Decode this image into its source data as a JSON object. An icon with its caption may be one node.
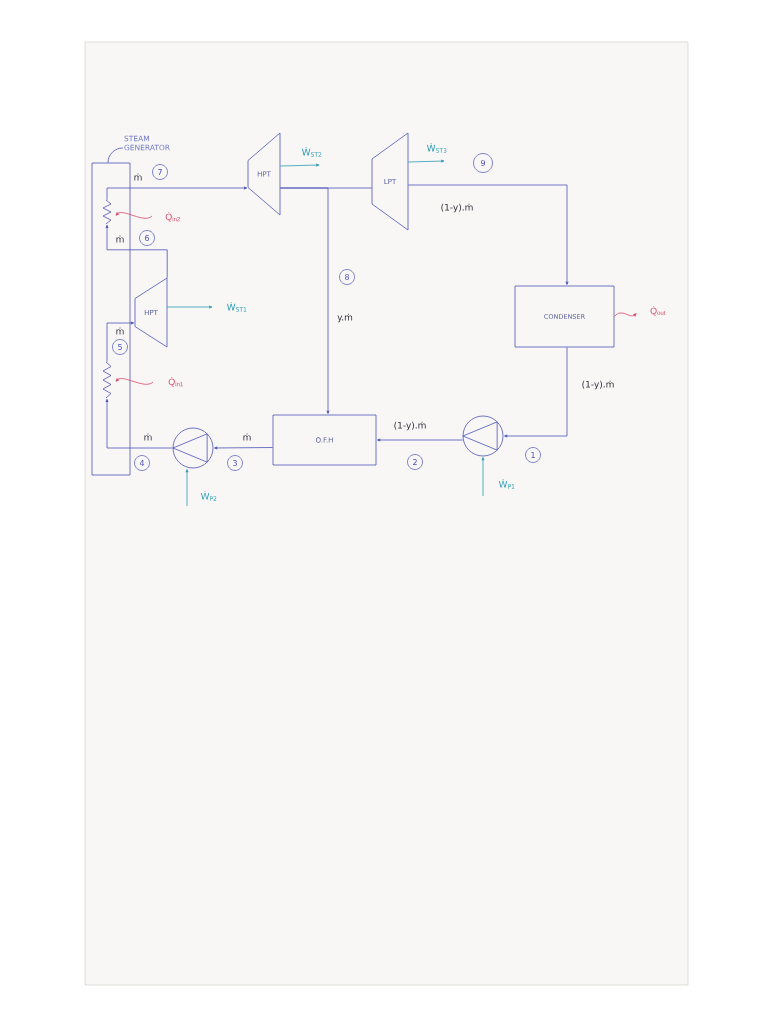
{
  "diagram": {
    "nodes": [
      {
        "text": [
          "STEAM GENERATOR"
        ]
      },
      {
        "text": [],
        "shape": "box"
      },
      {
        "text": [],
        "shape": "coil",
        "in": 1
      },
      {
        "text": [],
        "shape": "coil",
        "in": 1
      },
      {
        "text": [
          "HPT"
        ]
      },
      {
        "text": [
          "HPT"
        ]
      },
      {
        "text": [
          "LPT"
        ]
      },
      {
        "text": [
          "CONDENSER"
        ]
      },
      {
        "text": [],
        "shape": "circle"
      },
      {
        "text": [
          "O.F.H"
        ]
      },
      {
        "text": [],
        "shape": "circle"
      },
      {
        "text": [
          "7"
        ]
      },
      {
        "text": [
          "6"
        ]
      },
      {
        "text": [
          "5"
        ],
        "in": 1
      },
      {
        "text": [
          "4"
        ]
      },
      {
        "text": [
          "3"
        ]
      },
      {
        "text": [
          "8"
        ]
      },
      {
        "text": [
          "9"
        ]
      },
      {
        "text": [
          "2"
        ]
      },
      {
        "text": [
          "1"
        ]
      }
    ],
    "edges": [
      {
        "from": 0,
        "to": 1,
        "arrow": "none"
      },
      {
        "from": 8,
        "to": 3,
        "arrow": "to",
        "label": "ṁ"
      },
      {
        "from": 3,
        "to": 4,
        "arrow": "to",
        "label": "ṁ"
      },
      {
        "from": 4,
        "to": 2,
        "arrow": "to",
        "label": "ṁ"
      },
      {
        "from": 2,
        "to": 5,
        "arrow": "to",
        "label": "ṁ"
      },
      {
        "from": 5,
        "to": 6,
        "arrow": "none"
      },
      {
        "from": 5,
        "to": 9,
        "arrow": "to",
        "label": "y.ṁ"
      },
      {
        "from": 6,
        "to": 7,
        "arrow": "to",
        "label": "(1-y).ṁ"
      },
      {
        "from": 7,
        "to": 10,
        "arrow": "to",
        "label": "(1-y).ṁ"
      },
      {
        "from": 10,
        "to": 9,
        "arrow": "to",
        "label": "(1-y).ṁ"
      },
      {
        "from": 9,
        "to": 8,
        "arrow": "to",
        "label": "ṁ"
      },
      {
        "from": 4,
        "to": null,
        "arrow": "to",
        "label": "Ẇ$_{ST1}$",
        "color": "#2c9db3"
      },
      {
        "from": 5,
        "to": null,
        "arrow": "to",
        "label": "Ẇ$_{ST2}$",
        "color": "#2c9db3"
      },
      {
        "from": 6,
        "to": null,
        "arrow": "to",
        "label": "Ẇ$_{ST3}$",
        "color": "#2c9db3"
      },
      {
        "from": 7,
        "to": null,
        "arrow": "to",
        "label": "Q̇$_{out}$",
        "color": "#d9466a"
      },
      {
        "from": null,
        "to": 2,
        "arrow": "to",
        "label": "Q̇$_{in2}$",
        "color": "#d9466a"
      },
      {
        "from": null,
        "to": 3,
        "arrow": "to",
        "label": "Q̇$_{in1}$",
        "color": "#d9466a"
      },
      {
        "from": null,
        "to": 10,
        "arrow": "to",
        "label": "Ẇ$_{P1}$",
        "color": "#2c9db3"
      },
      {
        "from": null,
        "to": 8,
        "arrow": "to",
        "label": "Ẇ$_{P2}$",
        "color": "#2c9db3"
      }
    ]
  }
}
